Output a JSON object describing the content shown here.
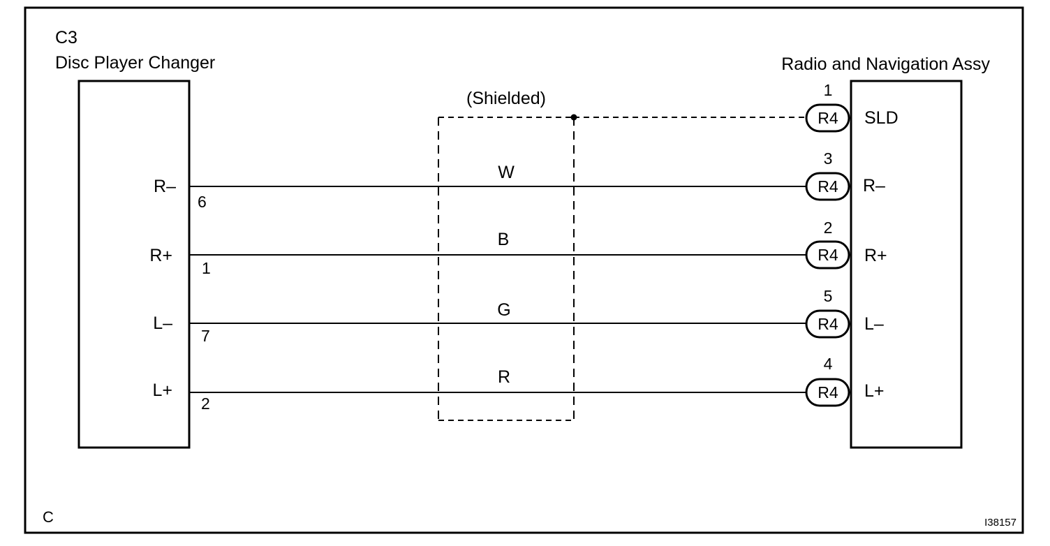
{
  "left_component": {
    "code": "C3",
    "name": "Disc Player Changer",
    "pins": [
      {
        "signal": "R–",
        "pin": "6"
      },
      {
        "signal": "R+",
        "pin": "1"
      },
      {
        "signal": "L–",
        "pin": "7"
      },
      {
        "signal": "L+",
        "pin": "2"
      }
    ]
  },
  "right_component": {
    "name": "Radio and Navigation Assy",
    "connector": "R4",
    "pins": [
      {
        "pin": "1",
        "signal": "SLD"
      },
      {
        "pin": "3",
        "signal": "R–"
      },
      {
        "pin": "2",
        "signal": "R+"
      },
      {
        "pin": "5",
        "signal": "L–"
      },
      {
        "pin": "4",
        "signal": "L+"
      }
    ]
  },
  "shield": {
    "label": "(Shielded)"
  },
  "wires": [
    {
      "color": "W"
    },
    {
      "color": "B"
    },
    {
      "color": "G"
    },
    {
      "color": "R"
    }
  ],
  "footer": {
    "corner_code": "C",
    "figure_id": "I38157"
  }
}
